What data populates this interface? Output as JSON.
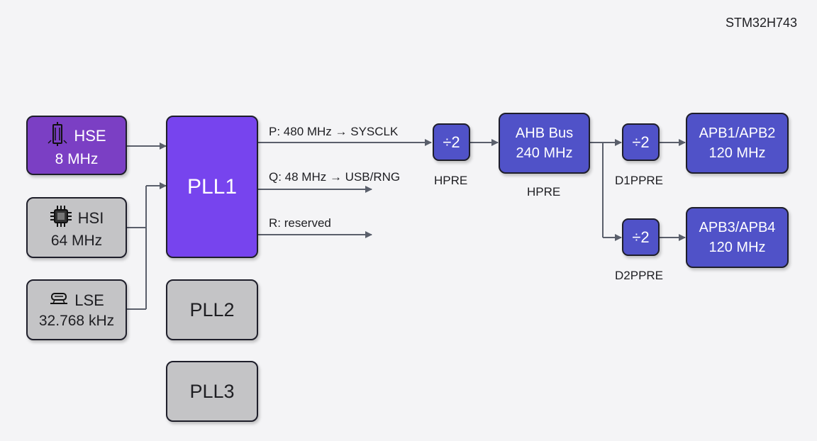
{
  "part_number": "STM32H743",
  "sources": {
    "hse": {
      "name": "HSE",
      "freq": "8 MHz",
      "icon": "crystal-icon"
    },
    "hsi": {
      "name": "HSI",
      "freq": "64 MHz",
      "icon": "chip-icon"
    },
    "lse": {
      "name": "LSE",
      "freq": "32.768 kHz",
      "icon": "oscillator-icon"
    }
  },
  "plls": {
    "pll1": "PLL1",
    "pll2": "PLL2",
    "pll3": "PLL3"
  },
  "pll1_outputs": {
    "p": "P: 480 MHz → SYSCLK",
    "q": "Q: 48 MHz → USB/RNG",
    "r": "R: reserved"
  },
  "dividers": {
    "hpre": {
      "value": "÷2",
      "label": "HPRE"
    },
    "d1ppre": {
      "value": "÷2",
      "label": "D1PPRE"
    },
    "d2ppre": {
      "value": "÷2",
      "label": "D2PPRE"
    }
  },
  "buses": {
    "ahb": {
      "name": "AHB Bus",
      "freq": "240 MHz",
      "label": "HPRE"
    },
    "apb12": {
      "name": "APB1/APB2",
      "freq": "120 MHz"
    },
    "apb34": {
      "name": "APB3/APB4",
      "freq": "120 MHz"
    }
  },
  "colors": {
    "hse_fill": "#7b3fc4",
    "pll1_fill": "#7744ee",
    "bus_fill": "#5052c8",
    "gray_fill": "#c4c4c6",
    "line": "#5a5f6b"
  }
}
